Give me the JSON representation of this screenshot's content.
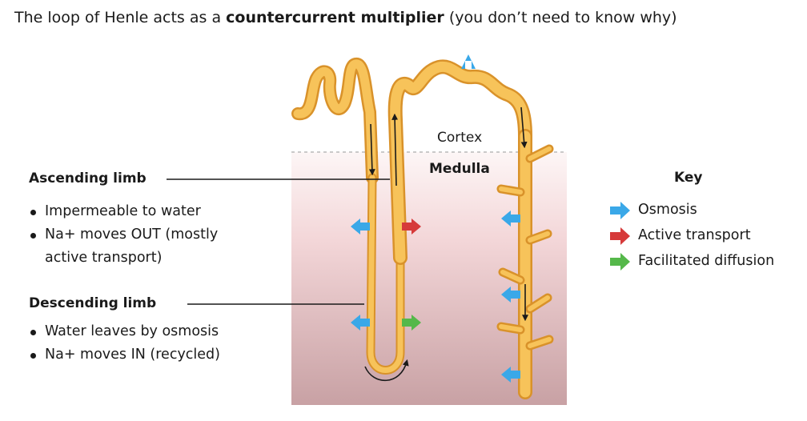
{
  "title": {
    "pre": "The loop of Henle acts as a ",
    "bold": "countercurrent multiplier",
    "post": " (you don’t need to know why)"
  },
  "diagram": {
    "regions": {
      "cortex": "Cortex",
      "medulla": "Medulla"
    },
    "ascending": {
      "heading": "Ascending limb",
      "bullets": [
        "Impermeable to water",
        "Na+ moves OUT (mostly",
        "active transport)"
      ]
    },
    "descending": {
      "heading": "Descending limb",
      "bullets": [
        "Water leaves by osmosis",
        "Na+ moves IN (recycled)"
      ]
    }
  },
  "key": {
    "title": "Key",
    "items": [
      {
        "label": "Osmosis",
        "color": "#3aa8e8"
      },
      {
        "label": "Active transport",
        "color": "#d63a3a"
      },
      {
        "label": "Facilitated diffusion",
        "color": "#55b84a"
      }
    ]
  },
  "colors": {
    "tubule_fill": "#f7c35a",
    "tubule_edge": "#d9922a",
    "medulla_top": "#fbeff0",
    "medulla_bottom": "#c9a0a3"
  }
}
